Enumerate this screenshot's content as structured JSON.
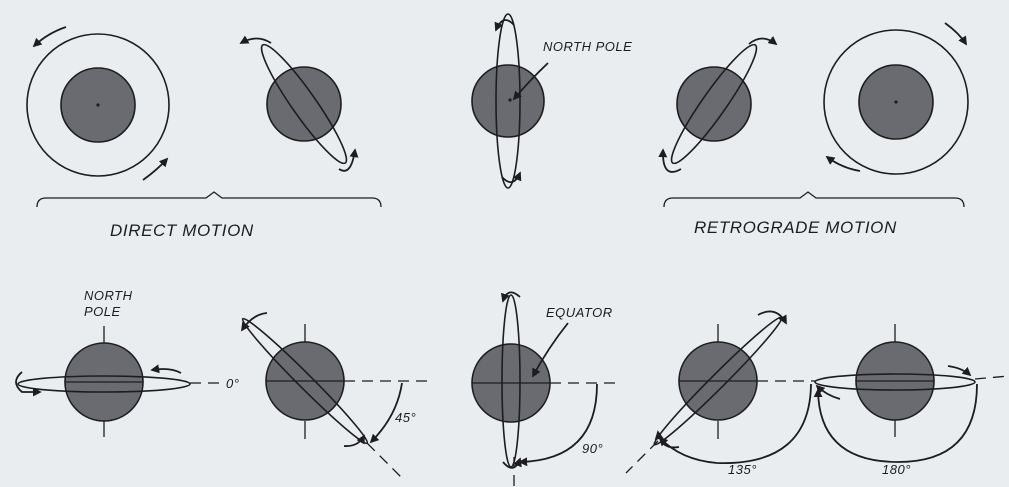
{
  "labels": {
    "north_pole_top": "NORTH POLE",
    "direct_motion": "DIRECT MOTION",
    "retrograde_motion": "RETROGRADE MOTION",
    "north_pole_bottom_line1": "NORTH",
    "north_pole_bottom_line2": "POLE",
    "equator": "EQUATOR"
  },
  "tilt_angles": [
    {
      "label": "0°",
      "degrees": 0
    },
    {
      "label": "45°",
      "degrees": 45
    },
    {
      "label": "90°",
      "degrees": 90
    },
    {
      "label": "135°",
      "degrees": 135
    },
    {
      "label": "180°",
      "degrees": 180
    }
  ]
}
